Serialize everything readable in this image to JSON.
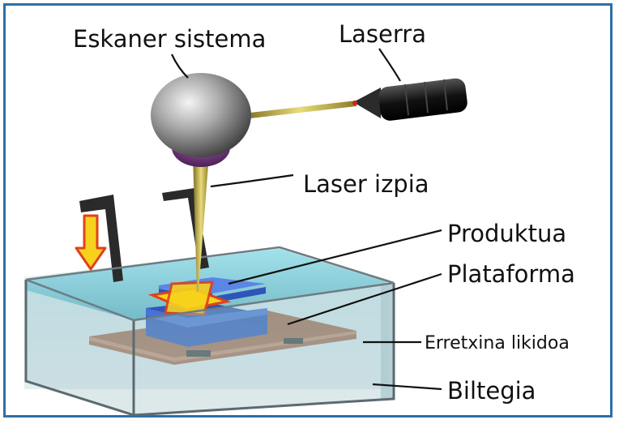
{
  "labels": {
    "scanner": "Eskaner sistema",
    "laser": "Laserra",
    "beam": "Laser izpia",
    "product": "Produktua",
    "platform": "Plataforma",
    "resin": "Erretxina likidoa",
    "tank": "Biltegia"
  },
  "icons": {
    "down_arrow": "down-arrow-icon"
  },
  "colors": {
    "frame": "#2e6fa7",
    "resin": "#8fd3df",
    "product": "#2f55b8",
    "platform": "#a86a4c",
    "beam": "#c8b84a",
    "arrow_fill": "#f6d21d",
    "arrow_stroke": "#e0431b",
    "laser_body": "#1a1a1a"
  }
}
